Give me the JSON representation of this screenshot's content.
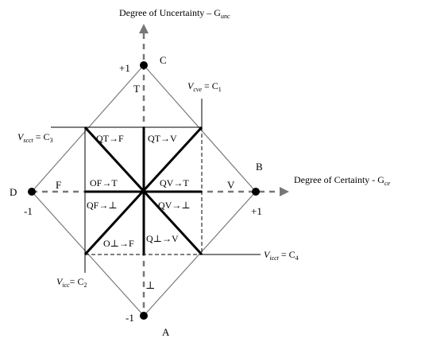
{
  "axes": {
    "y_title_main": "Degree of Uncertainty – G",
    "y_title_sub": "unc",
    "x_title_main": "Degree of Certainty - G",
    "x_title_sub": "ce"
  },
  "vertices": {
    "C": "C",
    "B": "B",
    "D": "D",
    "A": "A"
  },
  "ticks": {
    "top": "+1",
    "right": "+1",
    "left": "-1",
    "bottom": "-1"
  },
  "states": {
    "T": "T",
    "F": "F",
    "V": "V",
    "bottom": "⊥"
  },
  "regions": {
    "qt_f": "QT→F",
    "qt_v": "QT→V",
    "of_t": "OF→T",
    "qv_t": "QV→T",
    "qf_bot": "QF→⊥",
    "qv_bot": "QV→⊥",
    "ob_f": "O⊥→F",
    "qb_v": "Q⊥→V"
  },
  "limits": {
    "c1_var": "V",
    "c1_sub": "cve",
    "c1_val": " = C",
    "c1_idx": "1",
    "c3_var": "V",
    "c3_sub": "scct",
    "c3_val": " = C",
    "c3_idx": "3",
    "c4_var": "V",
    "c4_sub": "icct",
    "c4_val": " = C",
    "c4_idx": "4",
    "c2_var": "V",
    "c2_sub": "icc",
    "c2_val": "= C",
    "c2_idx": "2"
  },
  "colors": {
    "line": "#000000",
    "diamond": "#7a7a7a",
    "axis": "#777777",
    "vertex": "#000000"
  }
}
